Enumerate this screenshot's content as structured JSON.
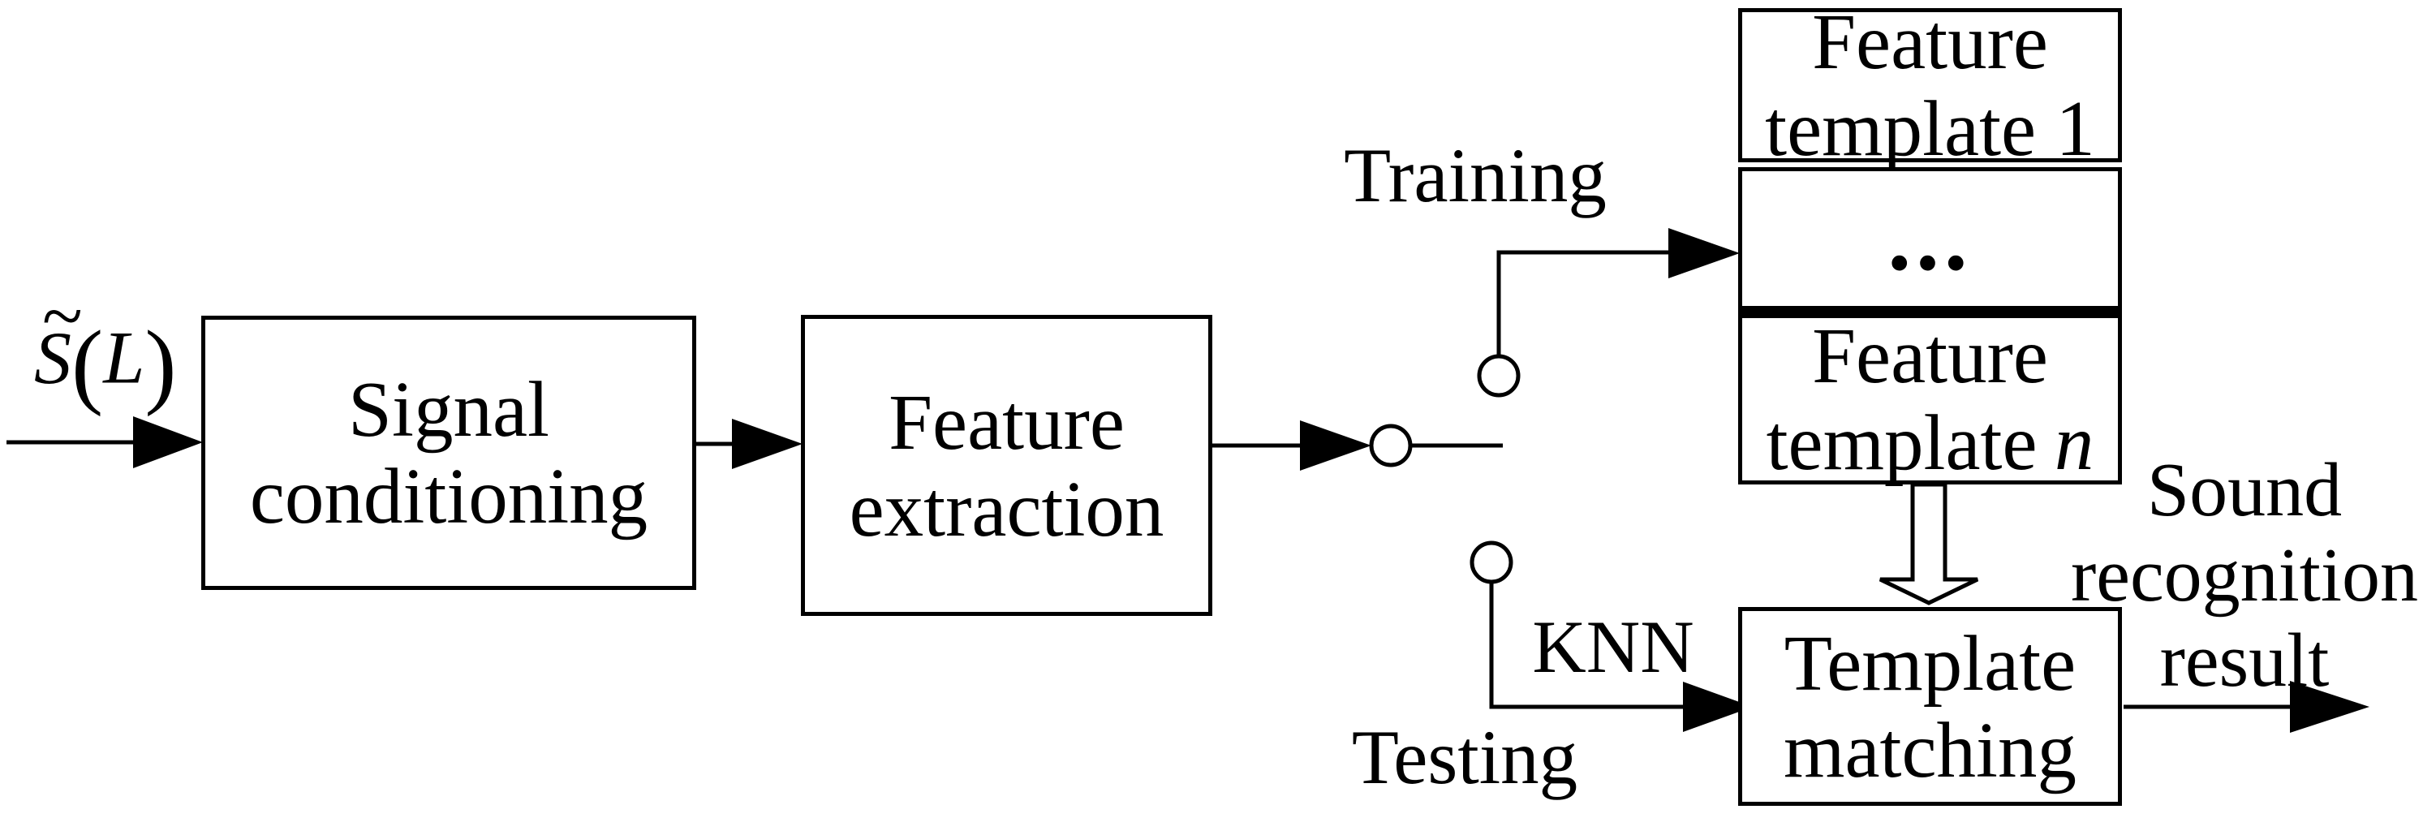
{
  "diagram": {
    "input": {
      "tilde": "~",
      "symbol": "S",
      "open": "(",
      "arg": "L",
      "close": ")"
    },
    "boxes": {
      "signal_conditioning": {
        "line1": "Signal",
        "line2": "conditioning"
      },
      "feature_extraction": {
        "line1": "Feature",
        "line2": "extraction"
      },
      "feature_template_1": {
        "line1": "Feature",
        "line2": "template 1"
      },
      "dots_box": {
        "dots": "..."
      },
      "feature_template_n": {
        "line1": "Feature",
        "line2_word": "template",
        "line2_var": "n"
      },
      "template_matching": {
        "line1": "Template",
        "line2": "matching"
      }
    },
    "labels": {
      "training": "Training",
      "testing": "Testing",
      "knn": "KNN",
      "output": {
        "line1": "Sound",
        "line2": "recognition",
        "line3": "result"
      }
    },
    "colors": {
      "stroke": "#000000",
      "background": "#ffffff",
      "box_fill": "#ffffff"
    }
  }
}
